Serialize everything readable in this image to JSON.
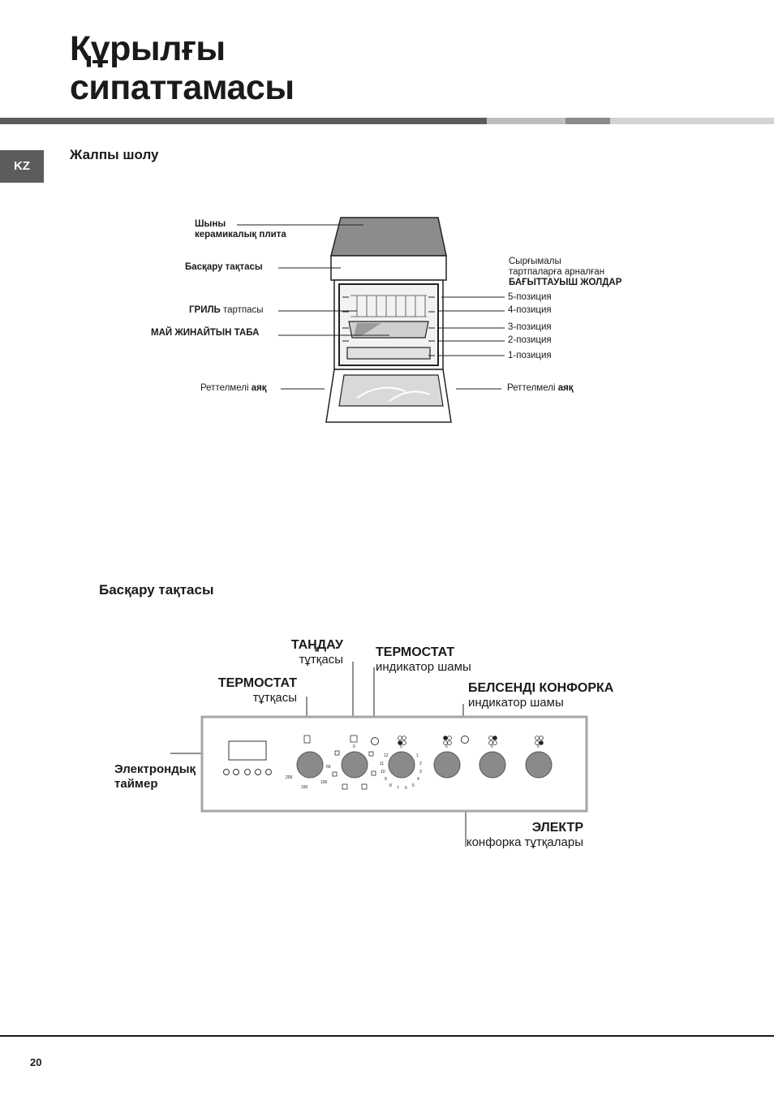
{
  "header": {
    "title_line1": "Құрылғы",
    "title_line2": "сипаттамасы"
  },
  "lang_tab": "KZ",
  "section_overview": {
    "heading": "Жалпы шолу",
    "labels": {
      "hob_1": "Шыны",
      "hob_2": "керамикалық плита",
      "control_panel": "Басқару тақтасы",
      "grill_bold": "ГРИЛЬ",
      "grill_rest": " тартпасы",
      "drip_tray": "МАЙ ЖИНАЙТЫН ТАБА",
      "foot_left_1": "Реттелмелі ",
      "foot_left_2": "аяқ",
      "foot_right_1": "Реттелмелі ",
      "foot_right_2": "аяқ",
      "guides_1": "Сырғымалы",
      "guides_2": "тартпаларға арналған",
      "guides_3": "БАҒЫТТАУЫШ ЖОЛДАР",
      "pos5": "5-позиция",
      "pos4": "4-позиция",
      "pos3": "3-позиция",
      "pos2": "2-позиция",
      "pos1": "1-позиция"
    }
  },
  "section_control": {
    "heading": "Басқару тақтасы",
    "labels": {
      "select_bold": "ТАҢДАУ",
      "select_rest": "тұтқасы",
      "thermostat_knob_bold": "ТЕРМОСТАТ",
      "thermostat_knob_rest": "тұтқасы",
      "thermostat_lamp_bold": "ТЕРМОСТАТ",
      "thermostat_lamp_rest": "индикатор шамы",
      "active_hob_bold": "БЕЛСЕНДІ КОНФОРКА",
      "active_hob_rest": "индикатор шамы",
      "timer_1": "Электрондық",
      "timer_2": "таймер",
      "electric_bold": "ЭЛЕКТР",
      "electric_rest": "конфорка тұтқалары"
    },
    "panel_marks": {
      "thermo_min": "200",
      "thermo_150": "150",
      "thermo_100": "100",
      "thermo_50": "50",
      "zero": "0",
      "n12": "12",
      "n11": "11",
      "n10": "10",
      "n1": "1",
      "n2": "2",
      "n3": "3",
      "n4": "4",
      "n5": "5",
      "n6": "6",
      "n7": "7",
      "n8": "8",
      "n9": "9"
    }
  },
  "footer": {
    "page_number": "20"
  },
  "colors": {
    "band_dark": "#5c5c5c",
    "band_light": "#bdbdbd",
    "panel_border": "#a6a6a6",
    "knob": "#8a8a8a"
  }
}
